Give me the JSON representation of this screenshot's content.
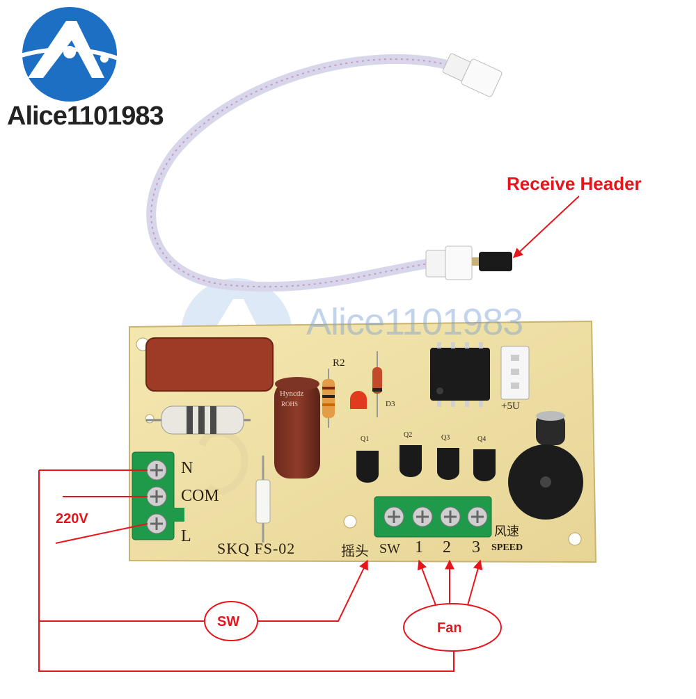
{
  "logo": {
    "text": "Alice1101983"
  },
  "watermark": {
    "text": "Alice1101983"
  },
  "labels": {
    "receive_header": "Receive Header",
    "voltage": "220V",
    "sw_bubble": "SW",
    "fan_bubble": "Fan"
  },
  "board": {
    "model": "SKQ  FS-02",
    "terminals_left": [
      "N",
      "COM",
      "L"
    ],
    "terminals_bottom": [
      "摇头",
      "SW",
      "1",
      "2",
      "3"
    ],
    "wind_speed": "风速",
    "speed": "SPEED",
    "pin_5v": "+5U",
    "r2": "R2",
    "d3": "D3",
    "transistors": [
      "Q1",
      "Q2",
      "Q3",
      "Q4"
    ],
    "capacitor_brand": "Hyncdz",
    "capacitor_rohs": "ROHS"
  },
  "colors": {
    "annotation": "#e8141b",
    "board": "#efe2a6",
    "terminal_green": "#1f9a4a",
    "logo_blue": "#1d6fc4"
  }
}
